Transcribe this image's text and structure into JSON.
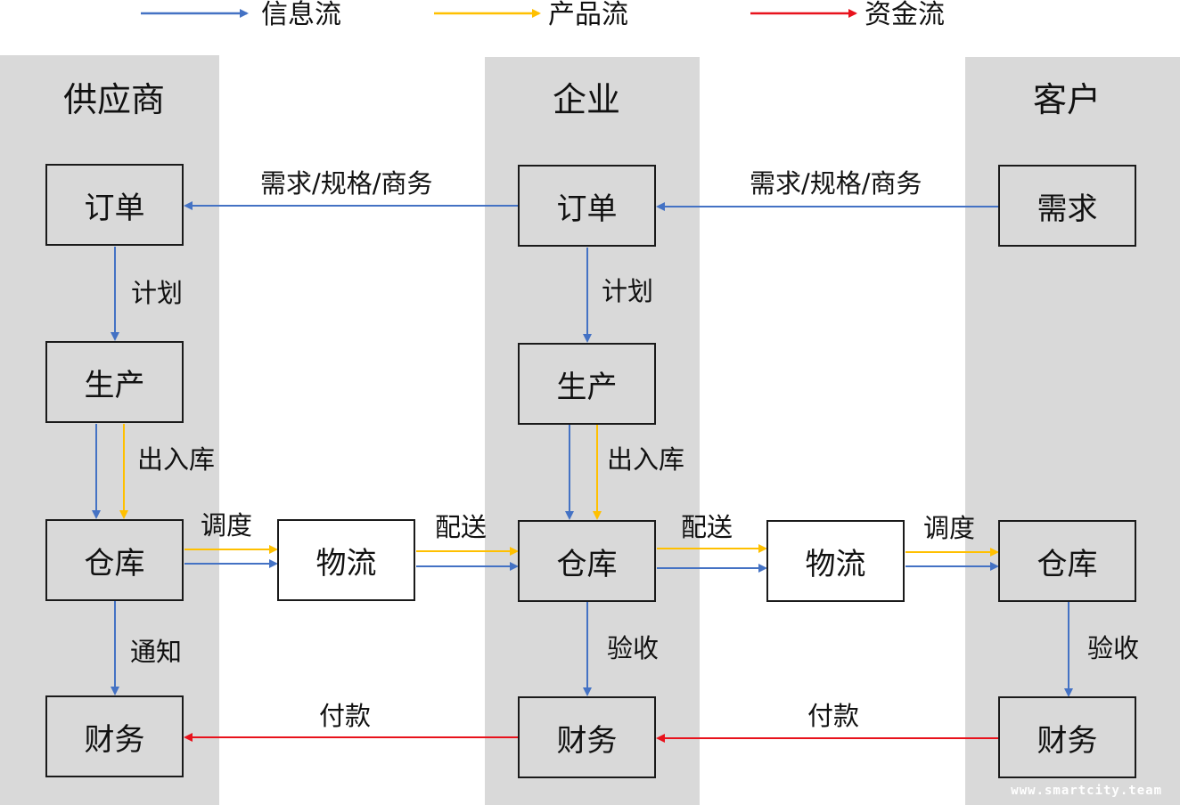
{
  "legend": {
    "info": {
      "label": "信息流",
      "color": "#4472c4"
    },
    "product": {
      "label": "产品流",
      "color": "#ffc000"
    },
    "money": {
      "label": "资金流",
      "color": "#e8121c"
    }
  },
  "lanes": {
    "supplier": {
      "title": "供应商",
      "order": "订单",
      "production": "生产",
      "warehouse": "仓库",
      "finance": "财务"
    },
    "enterprise": {
      "title": "企业",
      "order": "订单",
      "production": "生产",
      "warehouse": "仓库",
      "finance": "财务"
    },
    "customer": {
      "title": "客户",
      "demand": "需求",
      "warehouse": "仓库",
      "finance": "财务"
    }
  },
  "logistics": {
    "left": "物流",
    "right": "物流"
  },
  "edge_labels": {
    "req_left": "需求/规格/商务",
    "req_right": "需求/规格/商务",
    "plan_supplier": "计划",
    "plan_enterprise": "计划",
    "inout_supplier": "出入库",
    "inout_enterprise": "出入库",
    "dispatch_supplier": "调度",
    "deliver_to_enterprise": "配送",
    "deliver_from_enterprise": "配送",
    "dispatch_customer": "调度",
    "notify_supplier": "通知",
    "accept_enterprise": "验收",
    "accept_customer": "验收",
    "pay_left": "付款",
    "pay_right": "付款"
  },
  "watermark": "www.smartcity.team"
}
